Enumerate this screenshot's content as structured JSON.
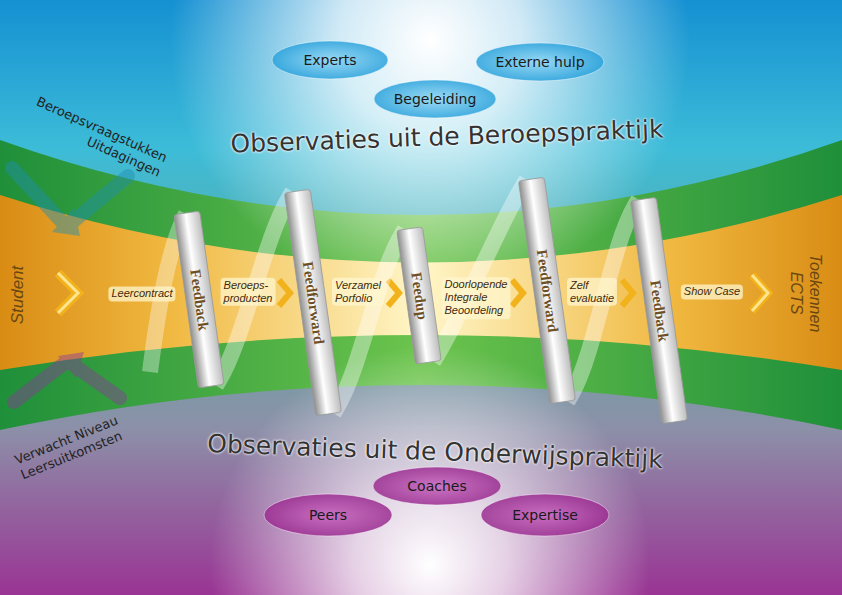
{
  "diagram": {
    "nodes": [
      {
        "text": [
          "Experts"
        ]
      },
      {
        "text": [
          "Externe hulp"
        ]
      },
      {
        "text": [
          "Begeleiding"
        ]
      },
      {
        "text": [
          "Feedback"
        ]
      },
      {
        "text": [
          "Feedforward"
        ]
      },
      {
        "text": [
          "Feedup"
        ]
      },
      {
        "text": [
          "Feedforward"
        ]
      },
      {
        "text": [
          "Feedback"
        ]
      },
      {
        "text": [
          "Coaches"
        ]
      },
      {
        "text": [
          "Peers"
        ]
      },
      {
        "text": [
          "Expertise"
        ]
      }
    ],
    "edges": [
      {
        "from": 3,
        "to": 4,
        "arrow": "none"
      },
      {
        "from": 4,
        "to": 5,
        "arrow": "none"
      },
      {
        "from": 5,
        "to": 6,
        "arrow": "none"
      },
      {
        "from": 6,
        "to": 7,
        "arrow": "none"
      }
    ],
    "labels": [
      "Beroepsvraagstukken Uitdagingen",
      "Observaties uit de Beroepspraktijk",
      "Student",
      "Leercontract",
      "Beroeps- producten",
      "Verzamel Porfolio",
      "Doorlopende Integrale Beoordeling",
      "Zelf evaluatie",
      "Show Case",
      "Toekennen ECTS",
      "Verwacht Niveau Leersuitkomsten",
      "Observaties uit de Onderwijspraktijk"
    ]
  }
}
